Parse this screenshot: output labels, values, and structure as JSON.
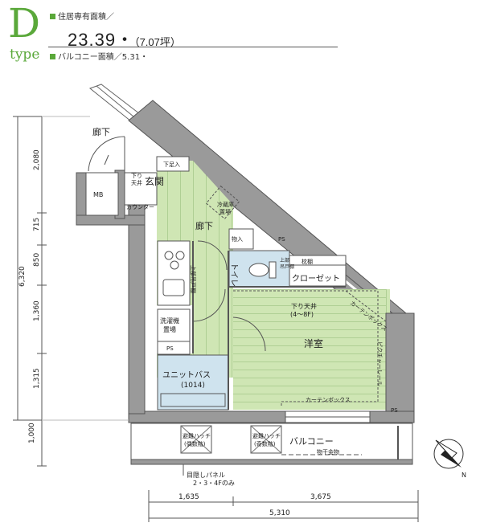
{
  "header": {
    "type_letter": "D",
    "type_word": "type",
    "living_area_label": "住居専有面積／",
    "living_area_value": "23.39・",
    "living_area_tsubo": "（7.07坪）",
    "balcony_label": "バルコニー面積／5.31・"
  },
  "rooms": {
    "corridor_outside": "廊下",
    "entrance": "玄関",
    "entrance_ceiling": [
      "下り",
      "天井"
    ],
    "mb": "MB",
    "counter": "カウンター",
    "shoe": "下足入",
    "fridge": [
      "冷蔵庫",
      "置場"
    ],
    "corridor": "廊下",
    "storage": "物入",
    "ps_top": "PS",
    "toilet": "トイレ",
    "upper_cabinet_toilet": [
      "上部",
      "吊戸棚"
    ],
    "shelf": "枕棚",
    "closet": "クローゼット",
    "ceiling_drop": "下り天井",
    "ceiling_drop_floors": "(4〜8F)",
    "curtain_box_diag": "カーテンボックス",
    "western_room": "洋室",
    "picture_rail": "ピクチャーレール",
    "curtain_box": "カーテンボックス",
    "ps_bottom_right": "PS",
    "upper_cabinet_kitchen": "上部吊戸棚",
    "washer": [
      "洗濯機",
      "置場"
    ],
    "ps_bath": "PS",
    "unit_bath": "ユニットバス",
    "unit_bath_size": "(1014)",
    "evac_hatch_1": [
      "避難ハッチ",
      "(偶数階)"
    ],
    "evac_hatch_2": [
      "避難ハッチ",
      "(奇数階)"
    ],
    "balcony": "バルコニー",
    "drying_rack": "物干金物",
    "screen_panel": "目隠しパネル",
    "screen_panel_floors": "2・3・4Fのみ"
  },
  "dimensions": {
    "left_total": "6,320",
    "left_segments": [
      "2,080",
      "715",
      "850",
      "1,360",
      "1,315"
    ],
    "left_balcony": "1,000",
    "bottom_segments": [
      "1,635",
      "3,675"
    ],
    "bottom_total": "5,310"
  },
  "compass": {
    "north_label": "N"
  },
  "colors": {
    "accent_green": "#5aa83a",
    "floor_green": "#cfe6b4",
    "bath_blue": "#cfe3ee",
    "wall": "#9a9a9a"
  }
}
